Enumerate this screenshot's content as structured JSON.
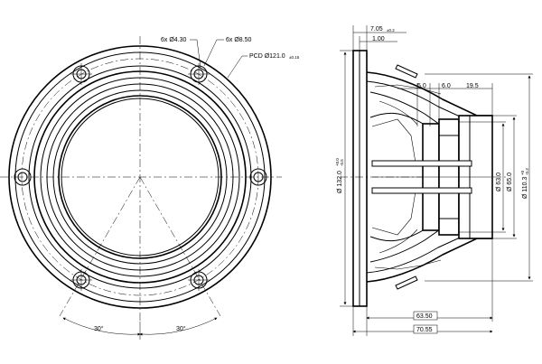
{
  "front_view": {
    "hole_callout_small": "6x Ø4.30",
    "hole_callout_large": "6x Ø8.50",
    "pcd_label": "PCD Ø121.0",
    "pcd_tolerance": "±0.15",
    "angle_left": "30°",
    "angle_right": "30°"
  },
  "side_view": {
    "dim_top_flange": "7.05",
    "dim_top_flange_tol": "±0.2",
    "dim_top_step": "1.00",
    "dim_5": "5.0",
    "dim_6": "6.0",
    "dim_19": "19.5",
    "dim_outer_dia": "Ø 132.0",
    "dim_outer_dia_tol_upper": "+0.0",
    "dim_outer_dia_tol_lower": "-0.5",
    "dim_magnet_63": "Ø 63.0",
    "dim_magnet_65": "Ø 65.0",
    "dim_frame_110": "Ø 110.3",
    "dim_frame_110_tol_upper": "+0",
    "dim_frame_110_tol_lower": "-0.3",
    "dim_depth_63": "63.50",
    "dim_depth_70": "70.55"
  }
}
